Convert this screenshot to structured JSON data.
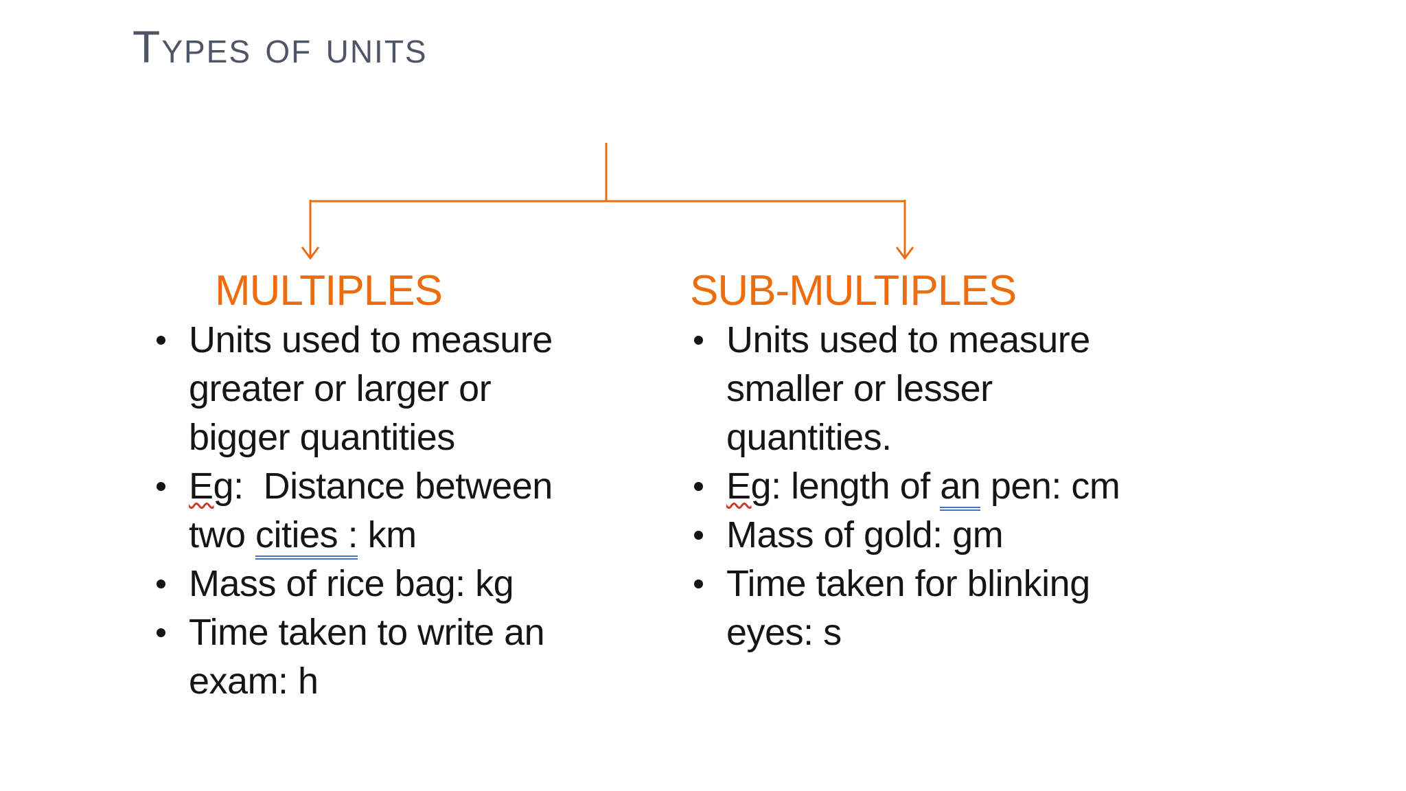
{
  "slide": {
    "title": "Types of units",
    "colors": {
      "background": "#FFFFFF",
      "accent": "#ED6C0D",
      "title": "#4E5566",
      "text": "#151515",
      "spellcheck_underline": "#CC3A2B",
      "grammar_underline": "#4472C4"
    },
    "columns": [
      {
        "heading": "MULTIPLES",
        "bullets": [
          {
            "segments": [
              {
                "text": "Units used to measure\ngreater or larger or\nbigger quantities",
                "mark": "none"
              }
            ]
          },
          {
            "segments": [
              {
                "text": "Eg",
                "mark": "spell"
              },
              {
                "text": ":  Distance between\ntwo ",
                "mark": "none"
              },
              {
                "text": "cities :",
                "mark": "grammar"
              },
              {
                "text": " km",
                "mark": "none"
              }
            ]
          },
          {
            "segments": [
              {
                "text": "Mass of rice bag: kg",
                "mark": "none"
              }
            ]
          },
          {
            "segments": [
              {
                "text": "Time taken to write an\nexam: h",
                "mark": "none"
              }
            ]
          }
        ]
      },
      {
        "heading": "SUB-MULTIPLES",
        "bullets": [
          {
            "segments": [
              {
                "text": "Units used to measure\nsmaller or lesser\nquantities.",
                "mark": "none"
              }
            ]
          },
          {
            "segments": [
              {
                "text": "Eg",
                "mark": "spell"
              },
              {
                "text": ": length of ",
                "mark": "none"
              },
              {
                "text": "an",
                "mark": "grammar"
              },
              {
                "text": " pen: cm",
                "mark": "none"
              }
            ]
          },
          {
            "segments": [
              {
                "text": "Mass of gold: gm",
                "mark": "none"
              }
            ]
          },
          {
            "segments": [
              {
                "text": "Time taken for blinking\neyes: s",
                "mark": "none"
              }
            ]
          }
        ]
      }
    ]
  }
}
